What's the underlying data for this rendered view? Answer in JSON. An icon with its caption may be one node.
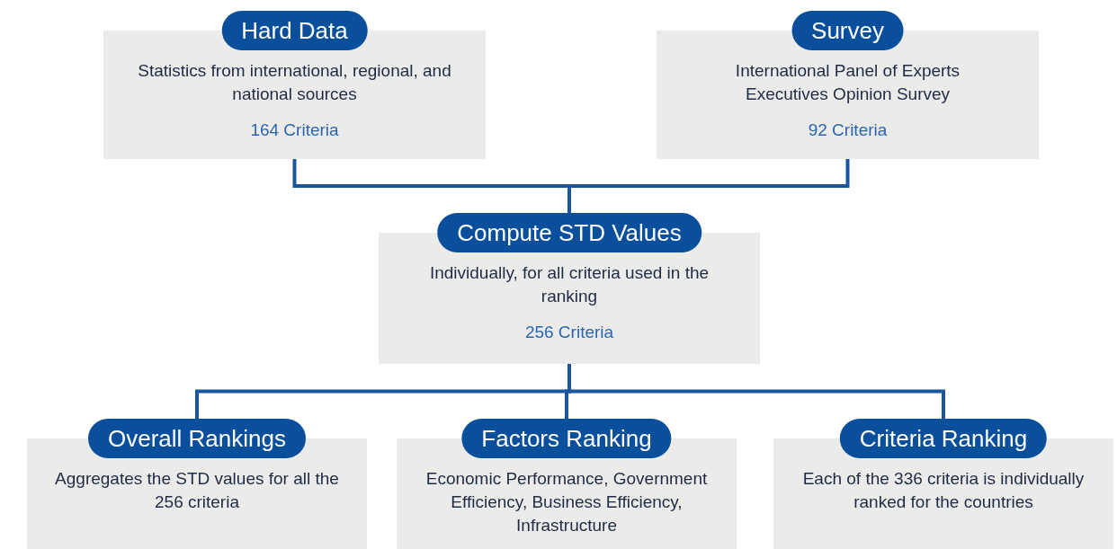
{
  "diagram": {
    "nodes": [
      {
        "text": [
          "Hard Data",
          "Statistics from international, regional, and national sources",
          "164 Criteria"
        ]
      },
      {
        "text": [
          "Survey",
          "International Panel of Experts Executives Opinion Survey",
          "92 Criteria"
        ]
      },
      {
        "text": [
          "Compute STD Values",
          "Individually, for all criteria used in the ranking",
          "256 Criteria"
        ]
      },
      {
        "text": [
          "Overall Rankings",
          "Aggregates the STD values for all the 256 criteria"
        ]
      },
      {
        "text": [
          "Factors Ranking",
          "Economic Performance, Government Efficiency, Business Efficiency, Infrastructure"
        ]
      },
      {
        "text": [
          "Criteria Ranking",
          "Each of the 336 criteria is individually ranked for the countries"
        ]
      }
    ],
    "edges": [
      {
        "from": 0,
        "to": 2,
        "arrow": "none"
      },
      {
        "from": 1,
        "to": 2,
        "arrow": "none"
      },
      {
        "from": 2,
        "to": 3,
        "arrow": "none"
      },
      {
        "from": 2,
        "to": 4,
        "arrow": "none"
      },
      {
        "from": 2,
        "to": 5,
        "arrow": "none"
      }
    ]
  }
}
